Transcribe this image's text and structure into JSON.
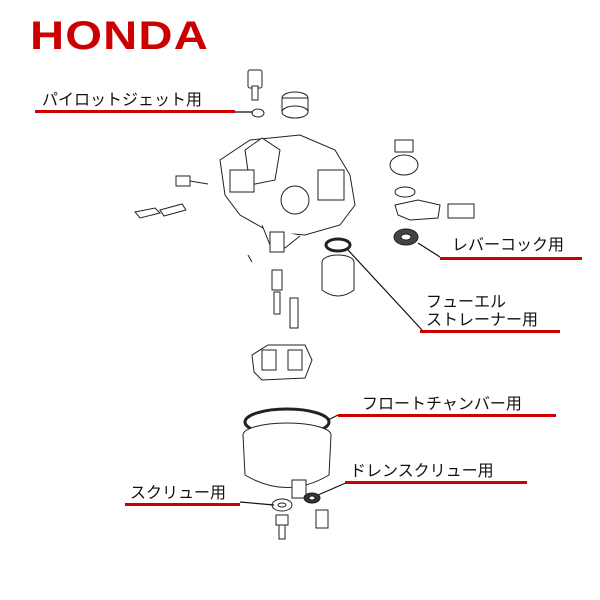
{
  "brand": {
    "logo_text": "HONDA",
    "logo_color": "#cc0000"
  },
  "accent_color": "#cc0000",
  "labels": {
    "pilot_jet": "パイロットジェット用",
    "lever_cock": "レバーコック用",
    "fuel_strainer_line1": "フューエル",
    "fuel_strainer_line2": "ストレーナー用",
    "float_chamber": "フロートチャンバー用",
    "drain_screw": "ドレンスクリュー用",
    "screw": "スクリュー用"
  }
}
